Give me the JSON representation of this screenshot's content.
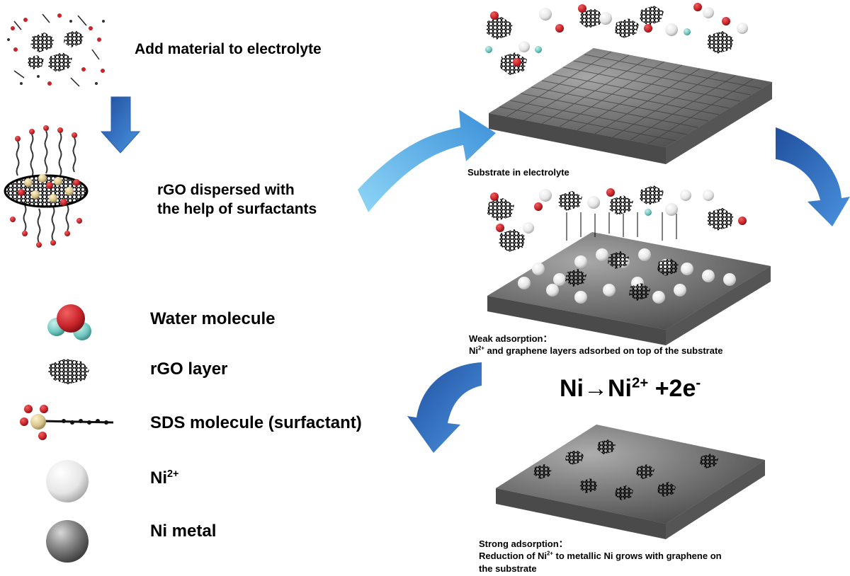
{
  "steps": {
    "add_material": "Add material to electrolyte",
    "dispersed_line1": "rGO dispersed with",
    "dispersed_line2": "the help of surfactants"
  },
  "legend": {
    "water": "Water molecule",
    "rgo": "rGO layer",
    "sds": "SDS molecule (surfactant)",
    "ni_ion_base": "Ni",
    "ni_ion_sup": "2+",
    "ni_metal": "Ni metal"
  },
  "panels": {
    "substrate_caption": "Substrate in electrolyte",
    "weak_title": "Weak adsorption：",
    "weak_desc_pre": "Ni",
    "weak_desc_sup": "2+",
    "weak_desc_post": " and graphene layers adsorbed on top of the substrate",
    "strong_title": "Strong adsorption：",
    "strong_desc1_pre": "Reduction of Ni",
    "strong_desc1_sup": "2+",
    "strong_desc1_post": " to metallic Ni grows with graphene on",
    "strong_desc2": "the substrate"
  },
  "equation": {
    "left": "Ni→Ni",
    "sup1": "2+",
    "mid": " +2e",
    "sup2": "-"
  },
  "colors": {
    "arrow_blue": "#2f6cc4",
    "arrow_light": "#6fc3f0",
    "ni_metal": "#8a8a8a",
    "ni_ion": "#f2f2f2",
    "oxygen": "#c8242a",
    "hydrogen": "#6fc7c0",
    "sulfur": "#d8c489"
  }
}
